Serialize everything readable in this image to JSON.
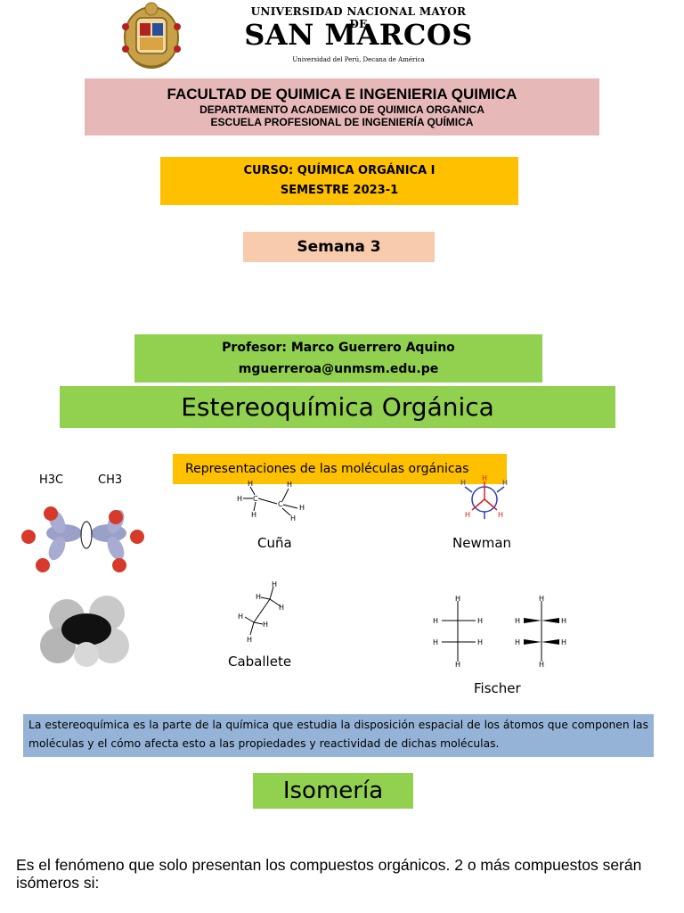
{
  "header": {
    "university_line1": "UNIVERSIDAD NACIONAL MAYOR DE",
    "university_line2": "SAN MARCOS",
    "university_line3": "Universidad del Perú, Decana de América"
  },
  "faculty": {
    "line1": "FACULTAD DE QUIMICA E INGENIERIA QUIMICA",
    "line2": "DEPARTAMENTO ACADEMICO DE QUIMICA ORGANICA",
    "line3": "ESCUELA PROFESIONAL DE INGENIERÍA QUÍMICA"
  },
  "course": {
    "name": "CURSO: QUÍMICA ORGÁNICA I",
    "semester": "SEMESTRE 2023-1"
  },
  "week": "Semana 3",
  "professor": {
    "name": "Profesor: Marco Guerrero Aquino",
    "email": "mguerreroa@unmsm.edu.pe"
  },
  "topic": "Estereoquímica Orgánica",
  "representations": {
    "label": "Representaciones de las moléculas orgánicas",
    "sawhorse_labels": [
      "H3C",
      "CH3"
    ],
    "captions": {
      "wedge": "Cuña",
      "newman": "Newman",
      "sawhorse": "Caballete",
      "fischer": "Fischer"
    }
  },
  "definition": "La estereoquímica es la parte de la química que estudia la disposición espacial de los átomos que componen las moléculas y el cómo afecta esto a las propiedades y reactividad de dichas moléculas.",
  "isomerism": {
    "title": "Isomería",
    "text": "Es el fenómeno que solo presentan los compuestos orgánicos. 2 o más compuestos serán isómeros si:"
  },
  "colors": {
    "faculty_bg": "#e6b8b8",
    "course_bg": "#ffc000",
    "week_bg": "#f8cbad",
    "green_bg": "#92d050",
    "definition_bg": "#95b3d7"
  }
}
